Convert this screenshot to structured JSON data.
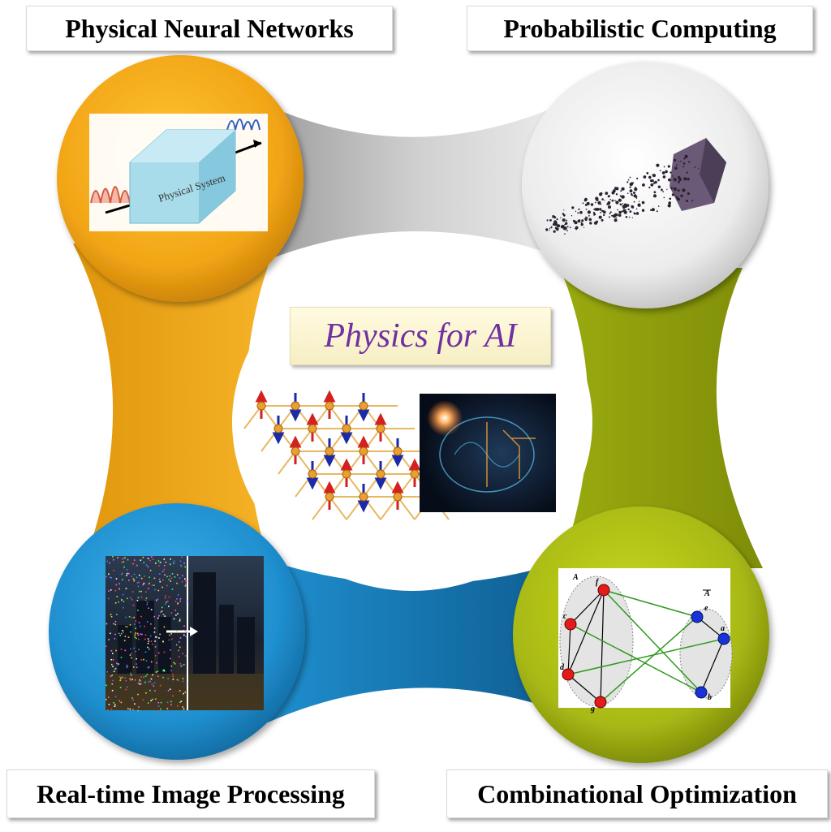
{
  "labels": {
    "top_left": "Physical Neural Networks",
    "top_right": "Probabilistic Computing",
    "bottom_left": "Real-time Image Processing",
    "bottom_right": "Combinational Optimization"
  },
  "center": {
    "title": "Physics for AI"
  },
  "pnn_figure": {
    "box_label": "Physical System"
  },
  "graph_figure": {
    "set_label": "A",
    "complement_label": "A",
    "left_nodes": [
      "f",
      "c",
      "d",
      "g"
    ],
    "right_nodes": [
      "e",
      "a",
      "b"
    ]
  },
  "colors": {
    "top_left_lobe": "#f2a516",
    "top_right_lobe": "#e6e6e6",
    "bottom_right_lobe": "#a8b915",
    "bottom_left_lobe": "#1f8fcf",
    "title_text": "#7030a0"
  }
}
